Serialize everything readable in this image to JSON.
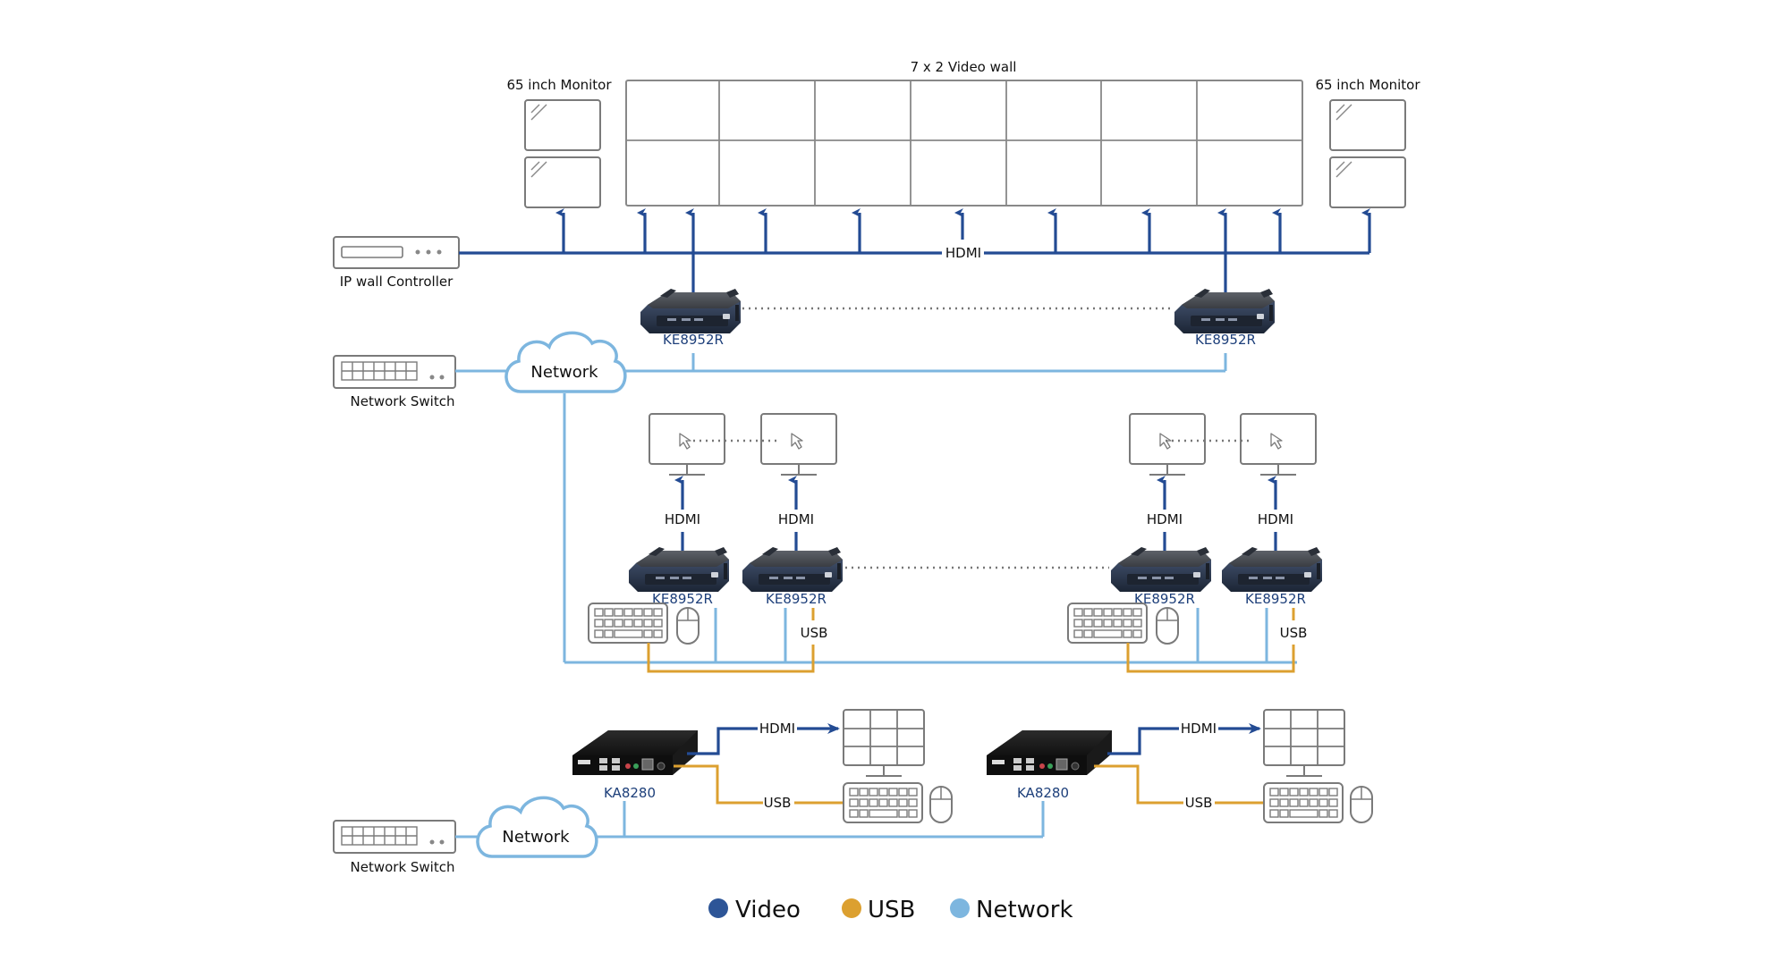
{
  "title_videowall": "7 x 2 Video wall",
  "monitor_left_label": "65 inch Monitor",
  "monitor_right_label": "65 inch Monitor",
  "ip_wall_controller_label": "IP wall Controller",
  "hdmi_bus_label": "HDMI",
  "network_switch_top_label": "Network Switch",
  "network_cloud_top_label": "Network",
  "network_switch_bottom_label": "Network Switch",
  "network_cloud_bottom_label": "Network",
  "videowall": {
    "columns": 7,
    "rows": 2
  },
  "top_receivers": [
    {
      "model": "KE8952R"
    },
    {
      "model": "KE8952R"
    }
  ],
  "middle_receivers": [
    {
      "model": "KE8952R",
      "video_label": "HDMI"
    },
    {
      "model": "KE8952R",
      "video_label": "HDMI",
      "usb_label": "USB"
    },
    {
      "model": "KE8952R",
      "video_label": "HDMI"
    },
    {
      "model": "KE8952R",
      "video_label": "HDMI",
      "usb_label": "USB"
    }
  ],
  "bottom_units": [
    {
      "model": "KA8280",
      "video_label": "HDMI",
      "usb_label": "USB"
    },
    {
      "model": "KA8280",
      "video_label": "HDMI",
      "usb_label": "USB"
    }
  ],
  "legend": [
    {
      "label": "Video",
      "color": "#2d5597"
    },
    {
      "label": "USB",
      "color": "#dca030"
    },
    {
      "label": "Network",
      "color": "#7db6df"
    }
  ]
}
